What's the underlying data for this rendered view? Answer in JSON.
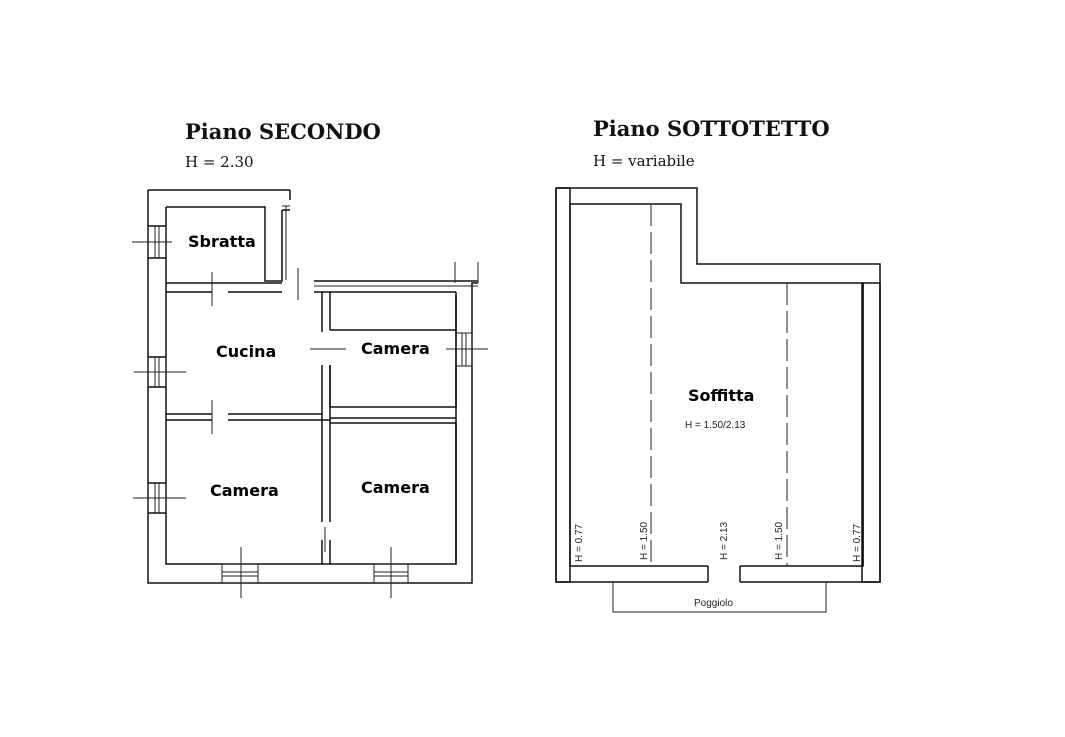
{
  "left_plan": {
    "title": "Piano SECONDO",
    "height_note": "H = 2.30",
    "rooms": {
      "sbratta": "Sbratta",
      "cucina": "Cucina",
      "camera_top_right": "Camera",
      "camera_bottom_left": "Camera",
      "camera_bottom_right": "Camera"
    }
  },
  "right_plan": {
    "title": "Piano SOTTOTETTO",
    "height_note": "H = variabile",
    "room": "Soffitta",
    "room_height": "H = 1.50/2.13",
    "height_marks": [
      "H = 0.77",
      "H = 1.50",
      "H = 2.13",
      "H = 1.50",
      "H = 0.77"
    ],
    "balcony": "Poggiolo"
  }
}
